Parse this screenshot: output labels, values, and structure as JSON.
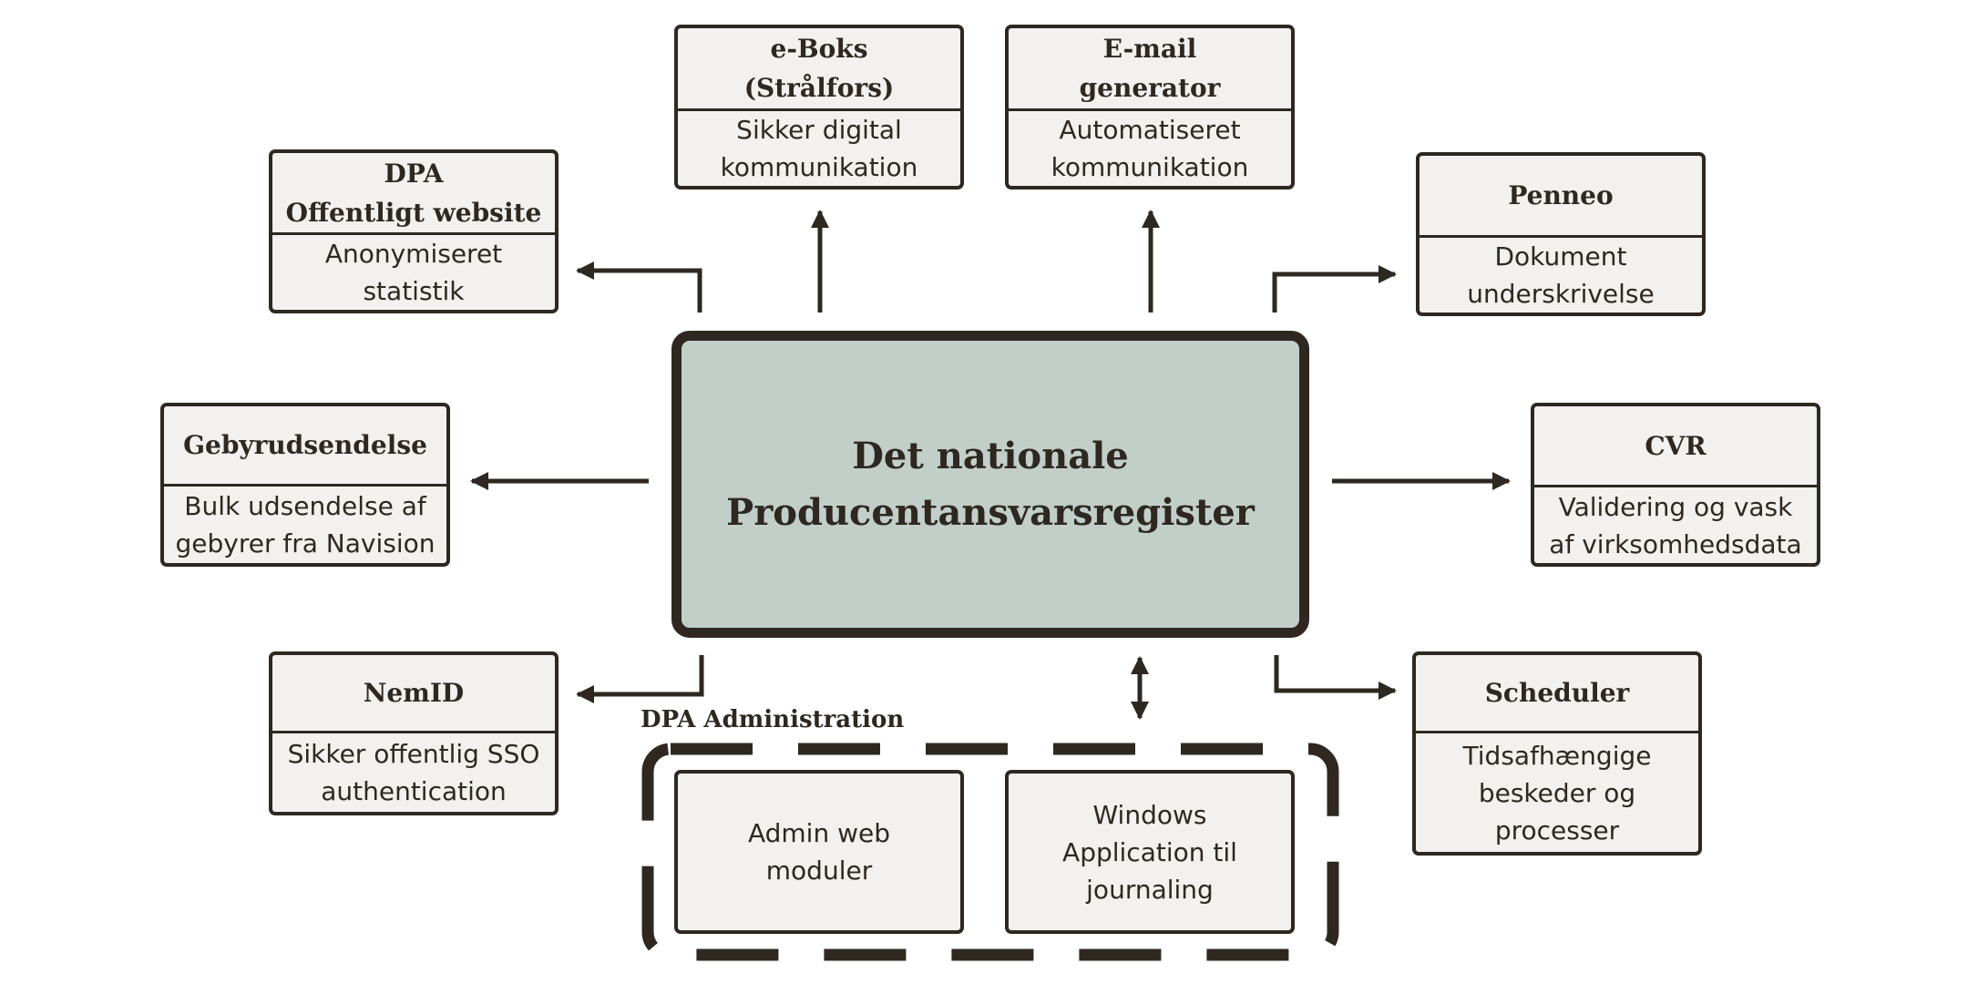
{
  "center": {
    "title": "Det nationale\nProducentansvarsregister"
  },
  "systems": {
    "dpa_website": {
      "title": "DPA\nOffentligt website",
      "desc": "Anonymiseret\nstatistik"
    },
    "eboks": {
      "title": "e-Boks\n(Strålfors)",
      "desc": "Sikker digital\nkommunikation"
    },
    "email": {
      "title": "E-mail\ngenerator",
      "desc": "Automatiseret\nkommunikation"
    },
    "penneo": {
      "title": "Penneo",
      "desc": "Dokument\nunderskrivelse"
    },
    "gebyr": {
      "title": "Gebyrudsendelse",
      "desc": "Bulk udsendelse af\ngebyrer fra Navision"
    },
    "cvr": {
      "title": "CVR",
      "desc": "Validering og vask\naf virksomhedsdata"
    },
    "nemid": {
      "title": "NemID",
      "desc": "Sikker offentlig SSO\nauthentication"
    },
    "scheduler": {
      "title": "Scheduler",
      "desc": "Tidsafhængige\nbeskeder og\nprocesser"
    }
  },
  "admin": {
    "label": "DPA Administration",
    "web": "Admin web\nmoduler",
    "windows": "Windows\nApplication til\njournaling"
  },
  "colors": {
    "stroke": "#2e2820",
    "card_fill": "#f2f1ee",
    "center_fill": "#c1cfc8"
  }
}
